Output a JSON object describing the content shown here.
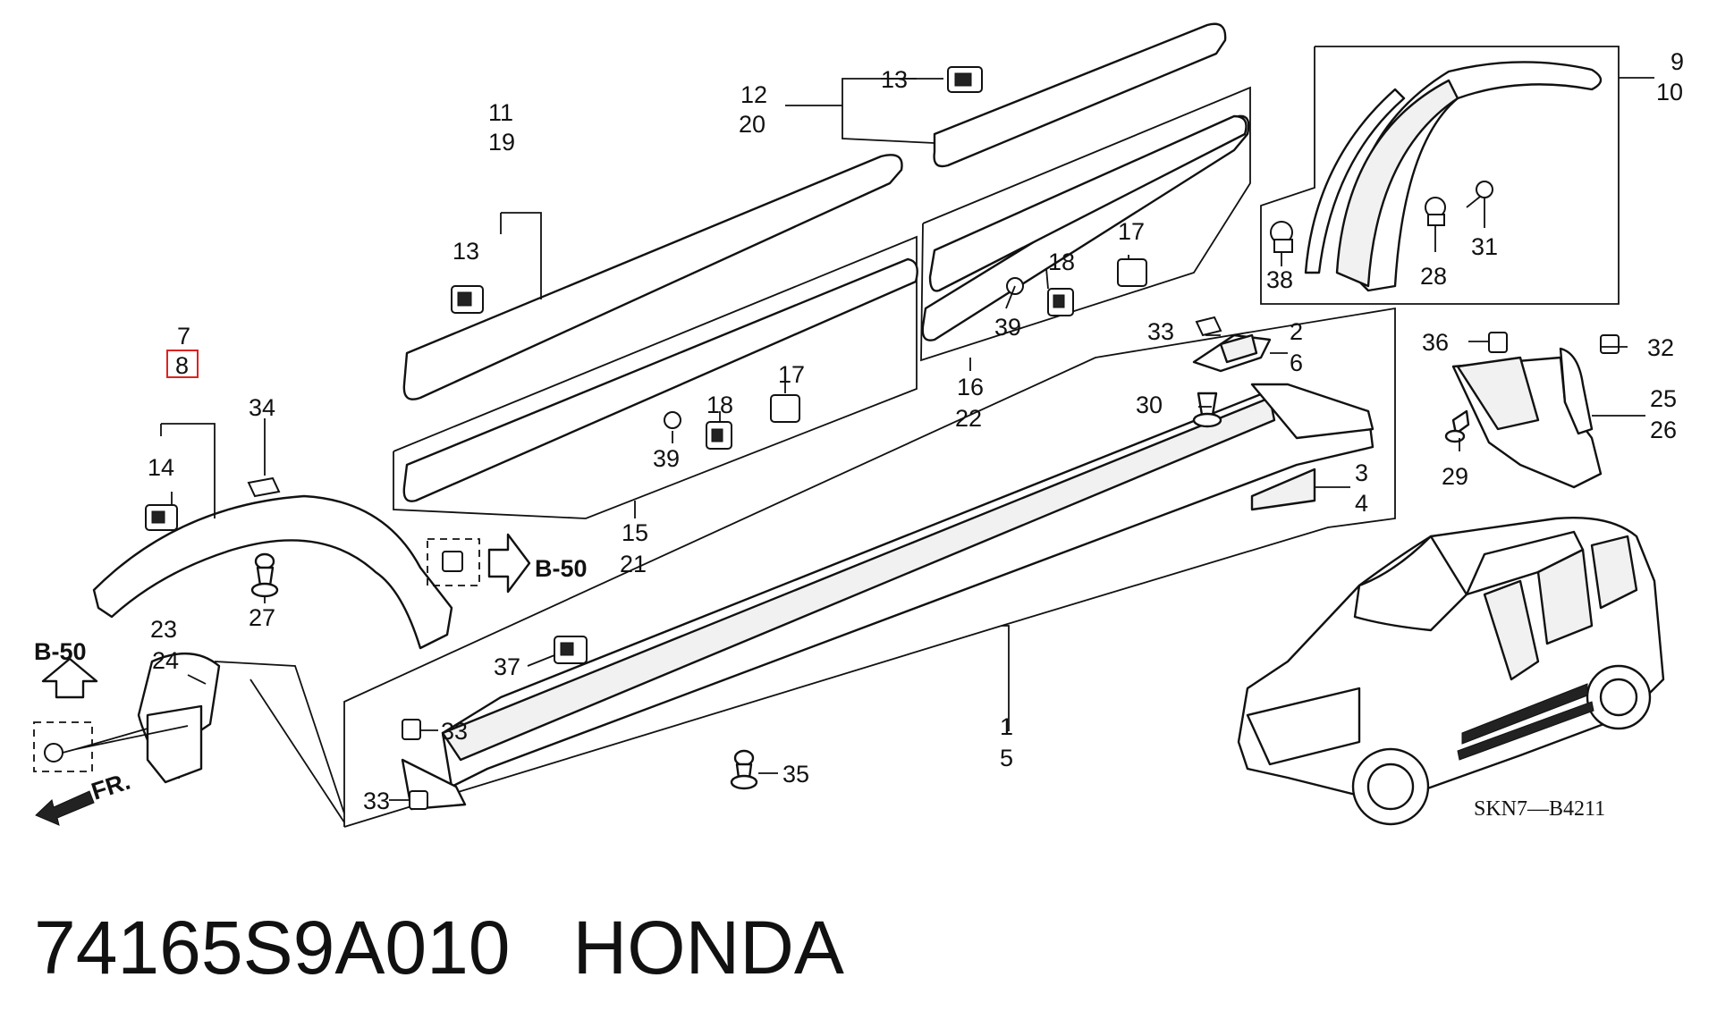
{
  "footer": {
    "part_number": "74165S9A010",
    "brand": "HONDA"
  },
  "diagram": {
    "code": "SKN7—B4211",
    "reference_left": "B-50",
    "reference_center": "B-50",
    "direction": "FR.",
    "highlighted_callout": "8",
    "callouts": {
      "c1": "1",
      "c2": "2",
      "c3": "3",
      "c4": "4",
      "c5": "5",
      "c6": "6",
      "c7": "7",
      "c9": "9",
      "c10": "10",
      "c11": "11",
      "c12": "12",
      "c13a": "13",
      "c13b": "13",
      "c14": "14",
      "c15": "15",
      "c16": "16",
      "c17a": "17",
      "c17b": "17",
      "c18a": "18",
      "c18b": "18",
      "c19": "19",
      "c20": "20",
      "c21": "21",
      "c22": "22",
      "c23": "23",
      "c24": "24",
      "c25": "25",
      "c26": "26",
      "c27": "27",
      "c28": "28",
      "c29": "29",
      "c30": "30",
      "c31": "31",
      "c32": "32",
      "c33a": "33",
      "c33b": "33",
      "c33c": "33",
      "c34": "34",
      "c35": "35",
      "c36": "36",
      "c37": "37",
      "c38": "38",
      "c39a": "39",
      "c39b": "39"
    }
  }
}
